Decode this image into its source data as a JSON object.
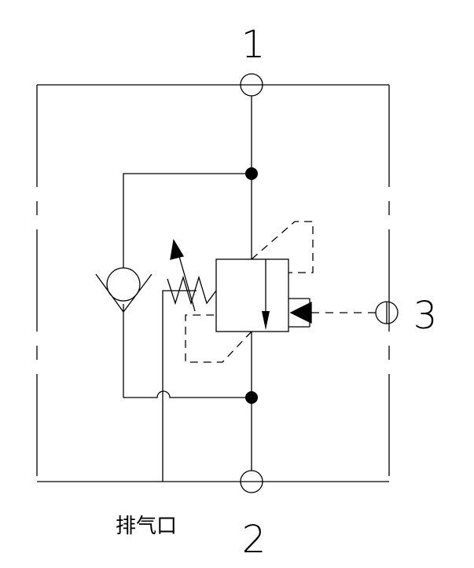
{
  "ports": {
    "p1": "1",
    "p2": "2",
    "p3": "3"
  },
  "labels": {
    "exhaust": "排气口"
  },
  "colors": {
    "stroke": "#000000",
    "background": "#ffffff"
  },
  "icons": {
    "check_valve": "check-valve-icon",
    "spring": "adjustable-spring-icon",
    "junction": "junction-dot-icon",
    "pilot_triangle": "pilot-triangle-icon"
  }
}
